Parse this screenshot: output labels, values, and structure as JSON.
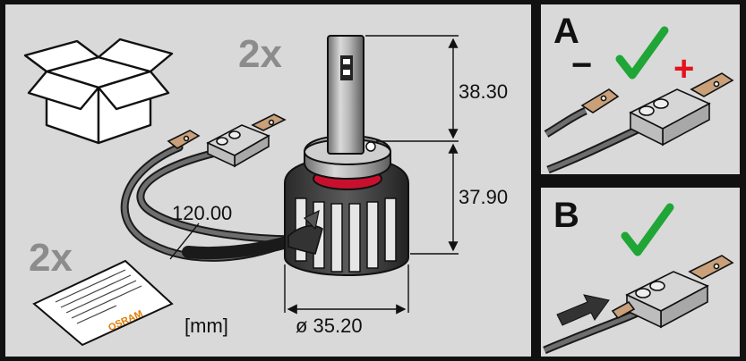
{
  "main": {
    "bulb_quantity": "2x",
    "leaflet_quantity": "2x",
    "leaflet_brand": "OSRAM",
    "unit_label": "[mm]",
    "dim_top": "38.30",
    "dim_bottom": "37.90",
    "dim_diameter": "ø 35.20",
    "dim_cable": "120.00"
  },
  "panel_a": {
    "letter": "A",
    "minus_sign": "−",
    "plus_sign": "+"
  },
  "panel_b": {
    "letter": "B"
  },
  "colors": {
    "background": "#d9d9d9",
    "frame": "#111111",
    "check": "#1fa637",
    "plus": "#e3121b",
    "accent_ring": "#c8102e",
    "connector_copper": "#c9a07a"
  }
}
